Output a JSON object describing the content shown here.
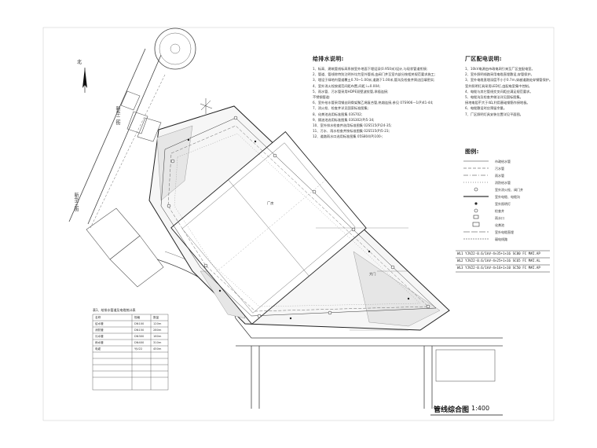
{
  "drawing": {
    "title": "管线综合图",
    "scale": "1:400",
    "north_label": "北"
  },
  "roads": {
    "left_upper": "新华二街",
    "left_lower": "新华三街"
  },
  "drainage_notes": {
    "title": "给排水说明:",
    "lines": [
      "1、标高、建筑管线标高系按室外地面下埋设深(0.950米)设计,与现状管道衔接;",
      "2、管道、管线除特别注明外均为室外管线,由阀门井至室内部分按相关规范要求施工;",
      "3、埋设于绿地内管道覆土0.70~1.00米,道路下1.00米,管沟及检查井周边回填密实;",
      "4、室外消火栓按规范间距布置,间距 i=0.004;",
      "5、雨水管、污水管采用HDPE双壁波纹管,承插连接;",
      "   不锈钢管道:",
      "6、室外给水管采用钢丝网骨架聚乙烯复合管,热熔连接,参见 07S906—1(P)41-44;",
      "7、消火栓、检查井详见国家标准图集;",
      "8、化粪池选用标准图集 03S702;",
      "9、隔油池选用标准图集 03S302(P)5-34;",
      "10、室外排水检查井选用标准图集 02S515(P)24-35;",
      "11、污水、雨水检查井按标准图集 02S515(P)5-23;",
      "12、道路雨水口选用标准图集 05S804(P)100-;"
    ]
  },
  "electrical_notes": {
    "title": "厂区配电说明:",
    "lines": [
      "1、10kV电源由市政电网引来至厂区变配电室。",
      "2、室外照明线路采用电缆直埋敷设,穿管保护。",
      "3、室外电缆直埋深度不小于0.7m,穿越道路处穿钢管保护。",
      "   室外照明灯具采用LED灯,由配电室集中控制。",
      "4、电缆与其它管线交叉间距应满足规范要求。",
      "5、电缆沟及检查井做法详见国标图集。",
      "   接地电阻不大于4Ω,利用基础钢筋作接地极。",
      "6、电缆敷设时应预留余量。",
      "7、厂区照明灯具安装位置详见平面图。"
    ]
  },
  "legend": {
    "title": "图例:",
    "items": [
      "市政给水管",
      "污水管",
      "雨水管",
      "消防给水管",
      "室外消火栓、阀门井",
      "室外电缆、电缆沟",
      "室外照明灯",
      "检查井",
      "雨水口",
      "化粪池",
      "室外电缆直埋",
      "弱电线路"
    ]
  },
  "cables": [
    "WL1  YJV22-0.6/1kV-4×35+1×16  SC80  FC  M#Z.AP",
    "WL2  YJV22-0.6/1kV-4×25+1×16  SC65  FC  M#Z.AL",
    "WL3  YJV22-0.6/1kV-4×16+1×10  SC50  FC  M#Z.AP"
  ],
  "table": {
    "title": "表1、给排水管道及电缆统计表",
    "headers": [
      "名称",
      "规格",
      "数量"
    ],
    "rows": [
      [
        "给水管",
        "DN100",
        "120m"
      ],
      [
        "消防管",
        "DN150",
        "280m"
      ],
      [
        "污水管",
        "DN300",
        "160m"
      ],
      [
        "雨水管",
        "DN400",
        "310m"
      ],
      [
        "电缆",
        "YJV22",
        "450m"
      ]
    ]
  },
  "site_labels": {
    "building": "厂房",
    "gate": "大门"
  }
}
